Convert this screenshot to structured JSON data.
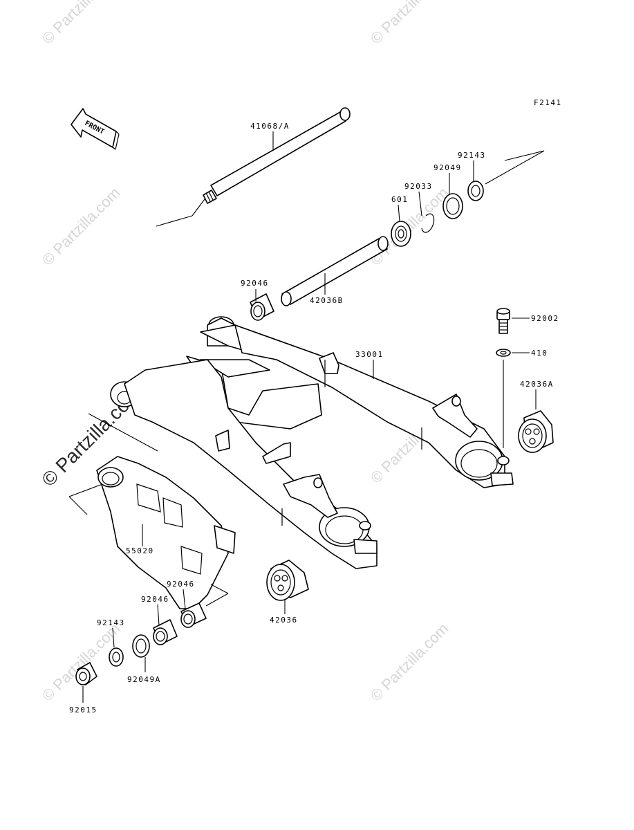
{
  "diagram": {
    "figure_code": "F2141",
    "front_label": "FRONT",
    "watermark": "© Partzilla.com",
    "callouts": {
      "axle": "41068/A",
      "seal_upper": "92143",
      "collar_upper": "92049",
      "circlip": "92033",
      "bearing": "601",
      "sleeve": "42036B",
      "needle_upper": "92046",
      "bolt": "92002",
      "washer": "410",
      "swingarm": "33001",
      "bushing_a": "42036A",
      "chain_guard": "55020",
      "bushing": "42036",
      "needle_mid": "92046",
      "needle_low": "92046",
      "seal_low": "92143",
      "collar_low": "92049A",
      "cap": "92015"
    }
  }
}
